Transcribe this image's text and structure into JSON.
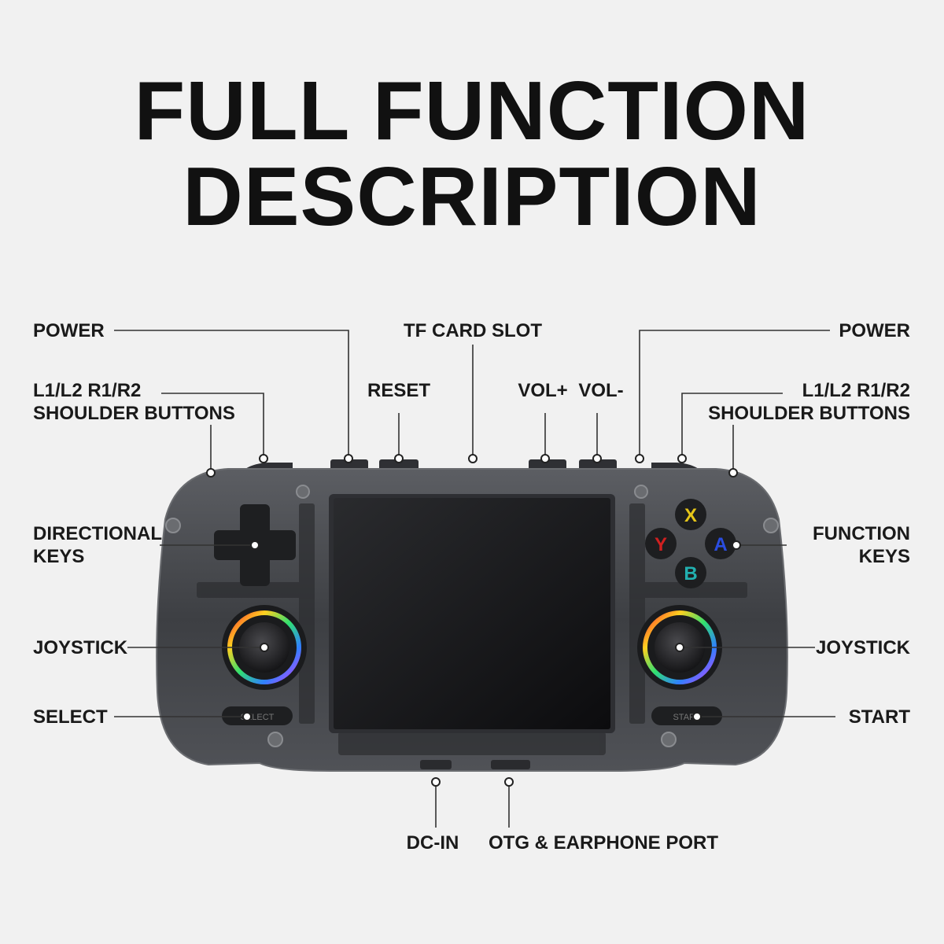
{
  "title": {
    "line1": "FULL FUNCTION",
    "line2": "DESCRIPTION"
  },
  "labels": {
    "power_left": "POWER",
    "shoulder_left_1": "L1/L2  R1/R2",
    "shoulder_left_2": "SHOULDER BUTTONS",
    "reset": "RESET",
    "tf_card": "TF CARD SLOT",
    "vol_up": "VOL+",
    "vol_down": "VOL-",
    "power_right": "POWER",
    "shoulder_right_1": "L1/L2  R1/R2",
    "shoulder_right_2": "SHOULDER BUTTONS",
    "dpad_1": "DIRECTIONAL",
    "dpad_2": "KEYS",
    "function_1": "FUNCTION",
    "function_2": "KEYS",
    "joystick_left": "JOYSTICK",
    "joystick_right": "JOYSTICK",
    "select": "SELECT",
    "start": "START",
    "dc_in": "DC-IN",
    "otg": "OTG & EARPHONE PORT"
  },
  "buttons": {
    "x": "X",
    "y": "Y",
    "a": "A",
    "b": "B",
    "select_text": "SELECT",
    "start_text": "START"
  },
  "colors": {
    "x": "#e6c619",
    "y": "#d02020",
    "a": "#2a4de0",
    "b": "#22b0b0",
    "shell": "#3a3c40",
    "screen": "#141416"
  }
}
